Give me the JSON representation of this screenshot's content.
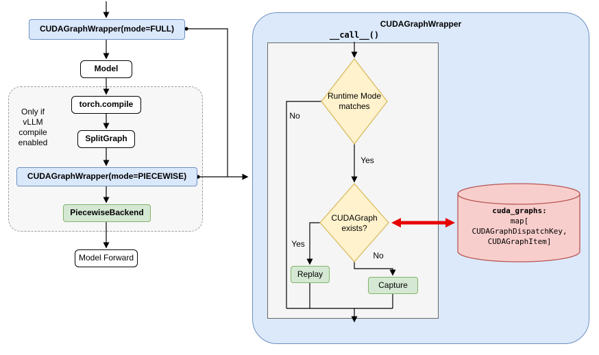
{
  "left_flow": {
    "wrapper_full": "CUDAGraphWrapper(mode=FULL)",
    "model": "Model",
    "compile_note": "Only if\nvLLM\ncompile\nenabled",
    "torch_compile": "torch.compile",
    "split_graph": "SplitGraph",
    "wrapper_piecewise": "CUDAGraphWrapper(mode=PIECEWISE)",
    "piecewise_backend": "PiecewiseBackend",
    "model_forward": "Model Forward"
  },
  "wrapper_panel": {
    "title": "CUDAGraphWrapper",
    "call_method": "__call__()",
    "runtime_mode_check": "Runtime Mode\nmatches",
    "exists_check": "CUDAGraph\nexists?",
    "labels": {
      "no_runtime": "No",
      "yes_runtime": "Yes",
      "yes_exists": "Yes",
      "no_exists": "No"
    },
    "replay": "Replay",
    "capture": "Capture",
    "datastore": {
      "title": "cuda_graphs:",
      "line2": "map[",
      "line3": "CUDAGraphDispatchKey,",
      "line4": "CUDAGraphItem]"
    }
  },
  "palette": {
    "blue_fill": "#dae8fc",
    "blue_stroke": "#6c8ebf",
    "panel_fill": "#dbe9fb",
    "green_fill": "#d5e8d4",
    "green_stroke": "#82b366",
    "yellow_fill": "#fff2cc",
    "yellow_stroke": "#d6b656",
    "datastore_fill": "#f8cecc",
    "datastore_stroke": "#b85450",
    "arrow_red": "#e60000",
    "gray_fill": "#f5f5f5"
  }
}
